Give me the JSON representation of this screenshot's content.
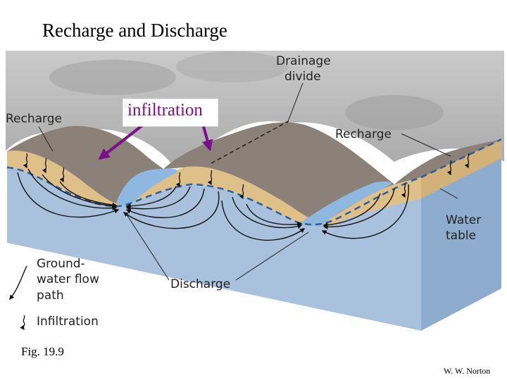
{
  "title": "Recharge and Discharge",
  "figure_label": "Fig. 19.9",
  "credit": "W. W. Norton",
  "callout": "infiltration",
  "labels": {
    "recharge_left": "Recharge",
    "recharge_right": "Recharge",
    "drainage_divide_line1": "Drainage",
    "drainage_divide_line2": "divide",
    "water_table_line1": "Water",
    "water_table_line2": "table",
    "discharge": "Discharge"
  },
  "legend": {
    "flow_line1": "Ground-",
    "flow_line2": "water flow",
    "flow_line3": "path",
    "infiltration": "Infiltration"
  },
  "colors": {
    "sky": "#9a9a9a",
    "hills": "#8c8179",
    "soil": "#e0c089",
    "groundwater": "#a9c1dd",
    "water_table": "#2d5fa0",
    "callout": "#7a0f8a"
  }
}
